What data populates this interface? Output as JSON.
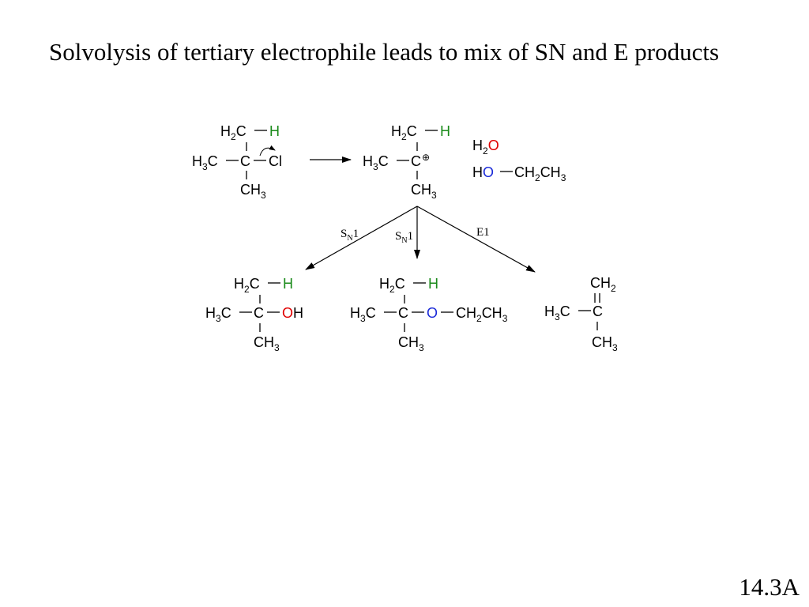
{
  "title": "Solvolysis of tertiary electrophile leads to mix of  SN and E products",
  "slide_number": "14.3A",
  "colors": {
    "hydrogen": "#1a8a1a",
    "oxygen_red": "#e00000",
    "oxygen_blue": "#1a2ad8",
    "ink": "#000000"
  },
  "atoms": {
    "h2c": {
      "main": "H",
      "sub": "2",
      "tail": "C"
    },
    "h3c": {
      "main": "H",
      "sub": "3",
      "tail": "C"
    },
    "ch3": {
      "main": "CH",
      "sub": "3"
    },
    "ch2": {
      "main": "CH",
      "sub": "2"
    },
    "c": "C",
    "h": "H",
    "cl": "Cl",
    "o": "O",
    "oh_h": "H",
    "plus": "⊕",
    "ethyl": {
      "a": "CH",
      "s1": "2",
      "b": "CH",
      "s2": "3"
    }
  },
  "solvents": {
    "water": {
      "h": "H",
      "sub": "2",
      "o": "O"
    },
    "ethanol": {
      "h": "H",
      "o": "O",
      "a": "CH",
      "s1": "2",
      "b": "CH",
      "s2": "3"
    }
  },
  "pathways": {
    "sn1_left": {
      "s": "S",
      "sub": "N",
      "num": "1"
    },
    "sn1_mid": {
      "s": "S",
      "sub": "N",
      "num": "1"
    },
    "e1": "E1"
  }
}
